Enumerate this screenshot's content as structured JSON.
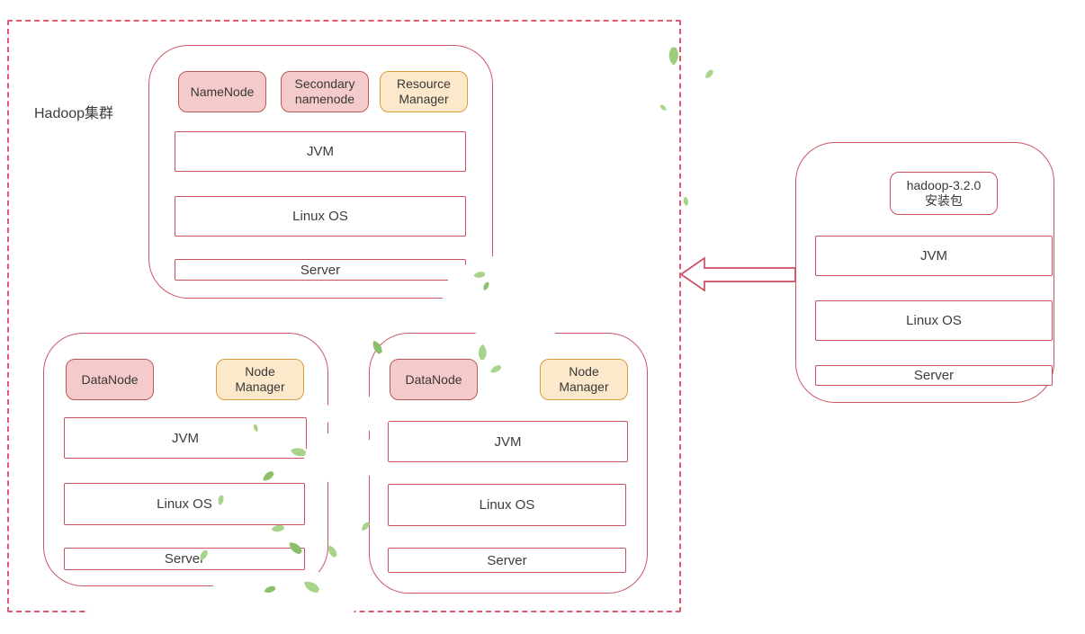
{
  "cluster": {
    "label": "Hadoop集群",
    "master": {
      "badges": {
        "namenode": "NameNode",
        "secondary": {
          "line1": "Secondary",
          "line2": "namenode"
        },
        "resource": {
          "line1": "Resource",
          "line2": "Manager"
        }
      },
      "layers": [
        "JVM",
        "Linux OS",
        "Server"
      ]
    },
    "workers": [
      {
        "badges": {
          "datanode": "DataNode",
          "nodemanager": {
            "line1": "Node",
            "line2": "Manager"
          }
        },
        "layers": [
          "JVM",
          "Linux OS",
          "Server"
        ]
      },
      {
        "badges": {
          "datanode": "DataNode",
          "nodemanager": {
            "line1": "Node",
            "line2": "Manager"
          }
        },
        "layers": [
          "JVM",
          "Linux OS",
          "Server"
        ]
      }
    ]
  },
  "package": {
    "title": {
      "line1": "hadoop-3.2.0",
      "line2": "安装包"
    },
    "layers": [
      "JVM",
      "Linux OS",
      "Server"
    ]
  },
  "icons": {
    "arrow": "hollow-left-arrow",
    "leaf": "green-leaf-artifact"
  },
  "colors": {
    "box_border": "#cb5766",
    "row_border": "#c8505f",
    "dashed_border": "#e0596e",
    "pink_fill": "#f5caca",
    "pink_border": "#bb5a56",
    "orange_fill": "#fce8cb",
    "orange_border": "#d79d3e",
    "leaf_green": "#a7d38b",
    "text": "#3c3c3c"
  }
}
